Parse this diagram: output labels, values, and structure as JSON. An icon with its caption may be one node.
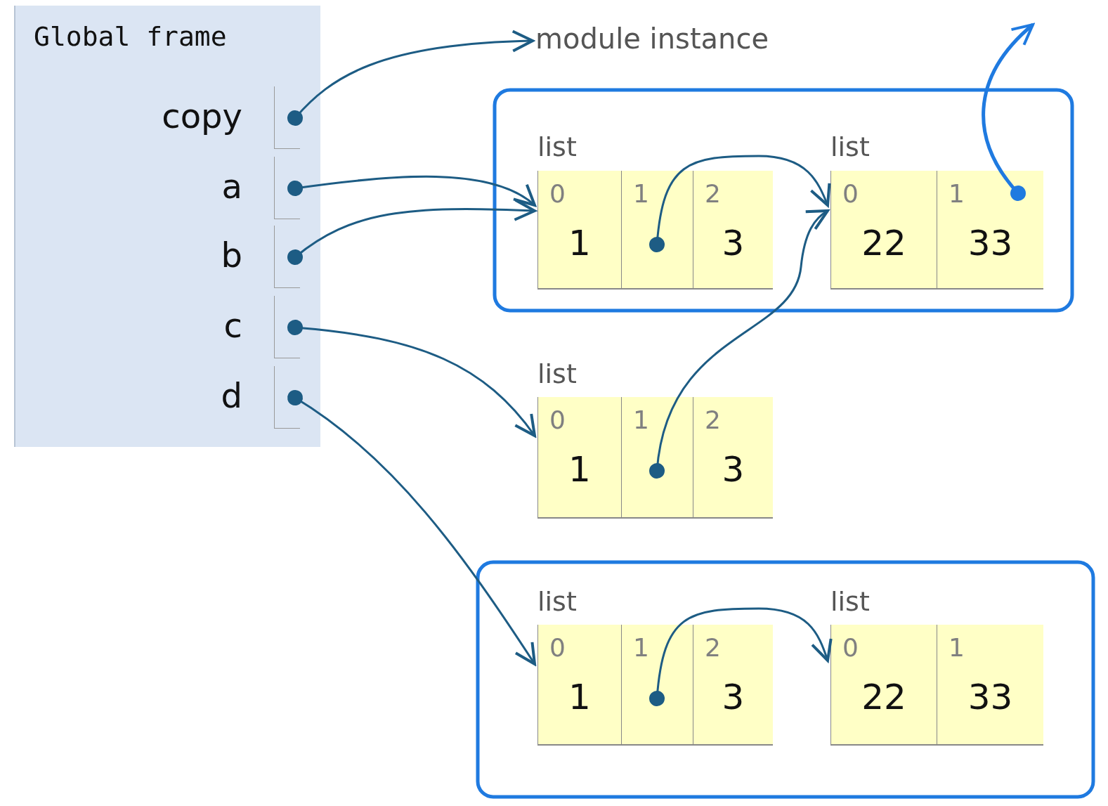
{
  "diagram": {
    "nodes": [
      {
        "text": [
          "Global frame"
        ]
      },
      {
        "text": [
          "copy"
        ],
        "in": 0
      },
      {
        "text": [
          "a"
        ],
        "in": 0
      },
      {
        "text": [
          "b"
        ],
        "in": 0
      },
      {
        "text": [
          "c"
        ],
        "in": 0
      },
      {
        "text": [
          "d"
        ],
        "in": 0
      },
      {
        "text": [
          "module instance"
        ]
      },
      {
        "text": [],
        "shape": "box"
      },
      {
        "text": [
          "list"
        ],
        "in": 7
      },
      {
        "text": [
          "0",
          "1"
        ],
        "in": 8
      },
      {
        "text": [
          "1"
        ],
        "in": 8
      },
      {
        "text": [
          "2",
          "3"
        ],
        "in": 8
      },
      {
        "text": [
          "list"
        ],
        "in": 7
      },
      {
        "text": [
          "0",
          "22"
        ],
        "in": 12
      },
      {
        "text": [
          "1",
          "33"
        ],
        "in": 12
      },
      {
        "text": [
          "list"
        ]
      },
      {
        "text": [
          "0",
          "1"
        ],
        "in": 15
      },
      {
        "text": [
          "1"
        ],
        "in": 15
      },
      {
        "text": [
          "2",
          "3"
        ],
        "in": 15
      },
      {
        "text": [],
        "shape": "box"
      },
      {
        "text": [
          "list"
        ],
        "in": 19
      },
      {
        "text": [
          "0",
          "1"
        ],
        "in": 20
      },
      {
        "text": [
          "1"
        ],
        "in": 20
      },
      {
        "text": [
          "2",
          "3"
        ],
        "in": 20
      },
      {
        "text": [
          "list"
        ],
        "in": 19
      },
      {
        "text": [
          "0",
          "22"
        ],
        "in": 24
      },
      {
        "text": [
          "1",
          "33"
        ],
        "in": 24
      }
    ],
    "edges": [
      {
        "from": 1,
        "to": 6,
        "arrow": "to"
      },
      {
        "from": 2,
        "to": 8,
        "arrow": "to"
      },
      {
        "from": 3,
        "to": 8,
        "arrow": "to"
      },
      {
        "from": 10,
        "to": 12,
        "arrow": "to"
      },
      {
        "from": 4,
        "to": 15,
        "arrow": "to"
      },
      {
        "from": 17,
        "to": 12,
        "arrow": "to"
      },
      {
        "from": 5,
        "to": 20,
        "arrow": "to"
      },
      {
        "from": 22,
        "to": 24,
        "arrow": "to"
      },
      {
        "from": 14,
        "to": null,
        "arrow": "to",
        "color": "#1f7ae0"
      }
    ]
  }
}
